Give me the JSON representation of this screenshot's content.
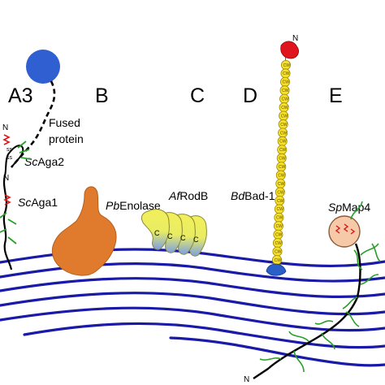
{
  "panels": {
    "a3": "A3",
    "b": "B",
    "c": "C",
    "d": "D",
    "e": "E"
  },
  "labels": {
    "fused_line1": "Fused",
    "fused_line2": "protein",
    "scaga2_italic": "Sc",
    "scaga2_rest": "Aga2",
    "scaga1_italic": "Sc",
    "scaga1_rest": "Aga1",
    "pbenolase_italic": "Pb",
    "pbenolase_rest": "Enolase",
    "afrodb_italic": "Af",
    "afrodb_rest": "RodB",
    "bdbad1_italic": "Bd",
    "bdbad1_rest": "Bad-1",
    "spmap4_italic": "Sp",
    "spmap4_rest": "Map4",
    "n_terminus": "N",
    "ss": "ss",
    "cw": "CW",
    "c_unit": "C"
  },
  "colors": {
    "cell_wall": "#1a1aa8",
    "fused_protein_ball": "#2f5fd0",
    "enolase": "#e07b2e",
    "rodb_top": "#f2ef5a",
    "rodb_bottom": "#7a9ee8",
    "bad1_bead": "#f5e12b",
    "bad1_head": "#e0141e",
    "bad1_anchor": "#2a5fc8",
    "map4_ball": "#f6c9a8",
    "glycan": "#28a028",
    "signal_red": "#d81818"
  }
}
